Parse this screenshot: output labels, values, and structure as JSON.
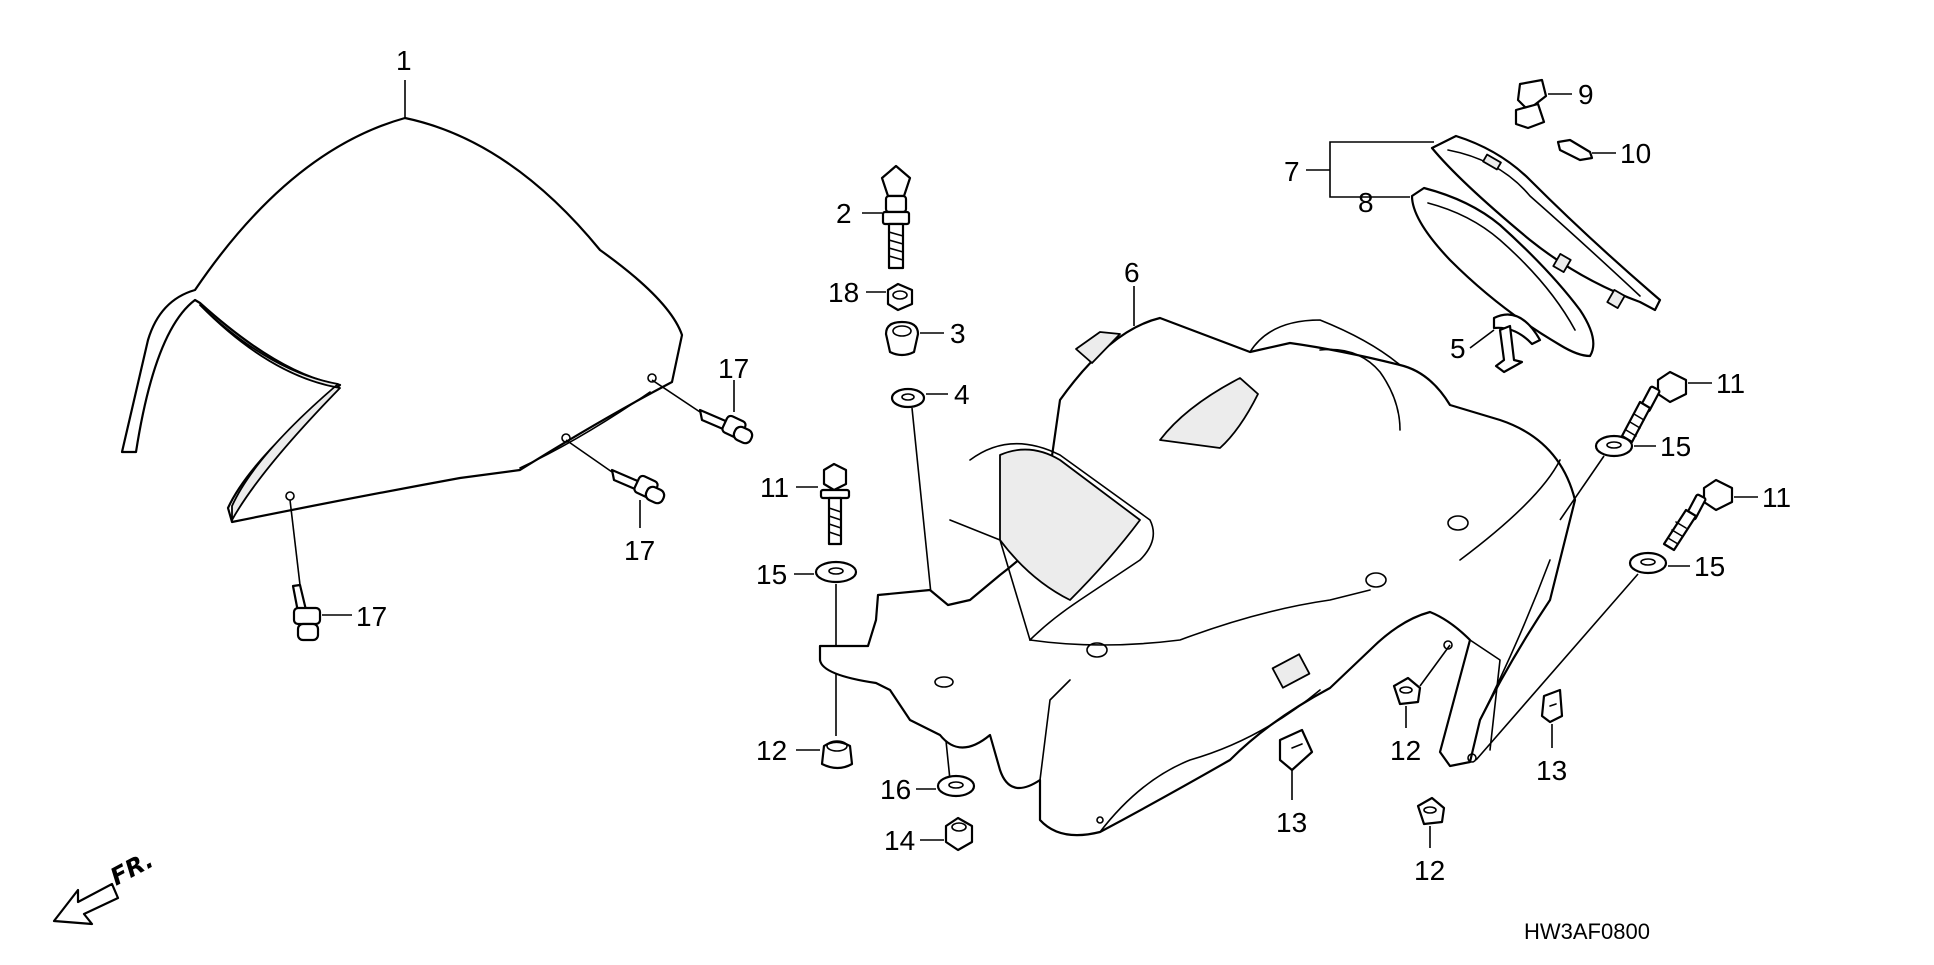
{
  "diagram_code": "HW3AF0800",
  "front_indicator": "FR.",
  "callouts": {
    "c1": "1",
    "c2": "2",
    "c3": "3",
    "c4": "4",
    "c5": "5",
    "c6": "6",
    "c7": "7",
    "c8": "8",
    "c9": "9",
    "c10": "10",
    "c11": "11",
    "c12": "12",
    "c13": "13",
    "c14": "14",
    "c15": "15",
    "c16": "16",
    "c17": "17",
    "c18": "18"
  }
}
